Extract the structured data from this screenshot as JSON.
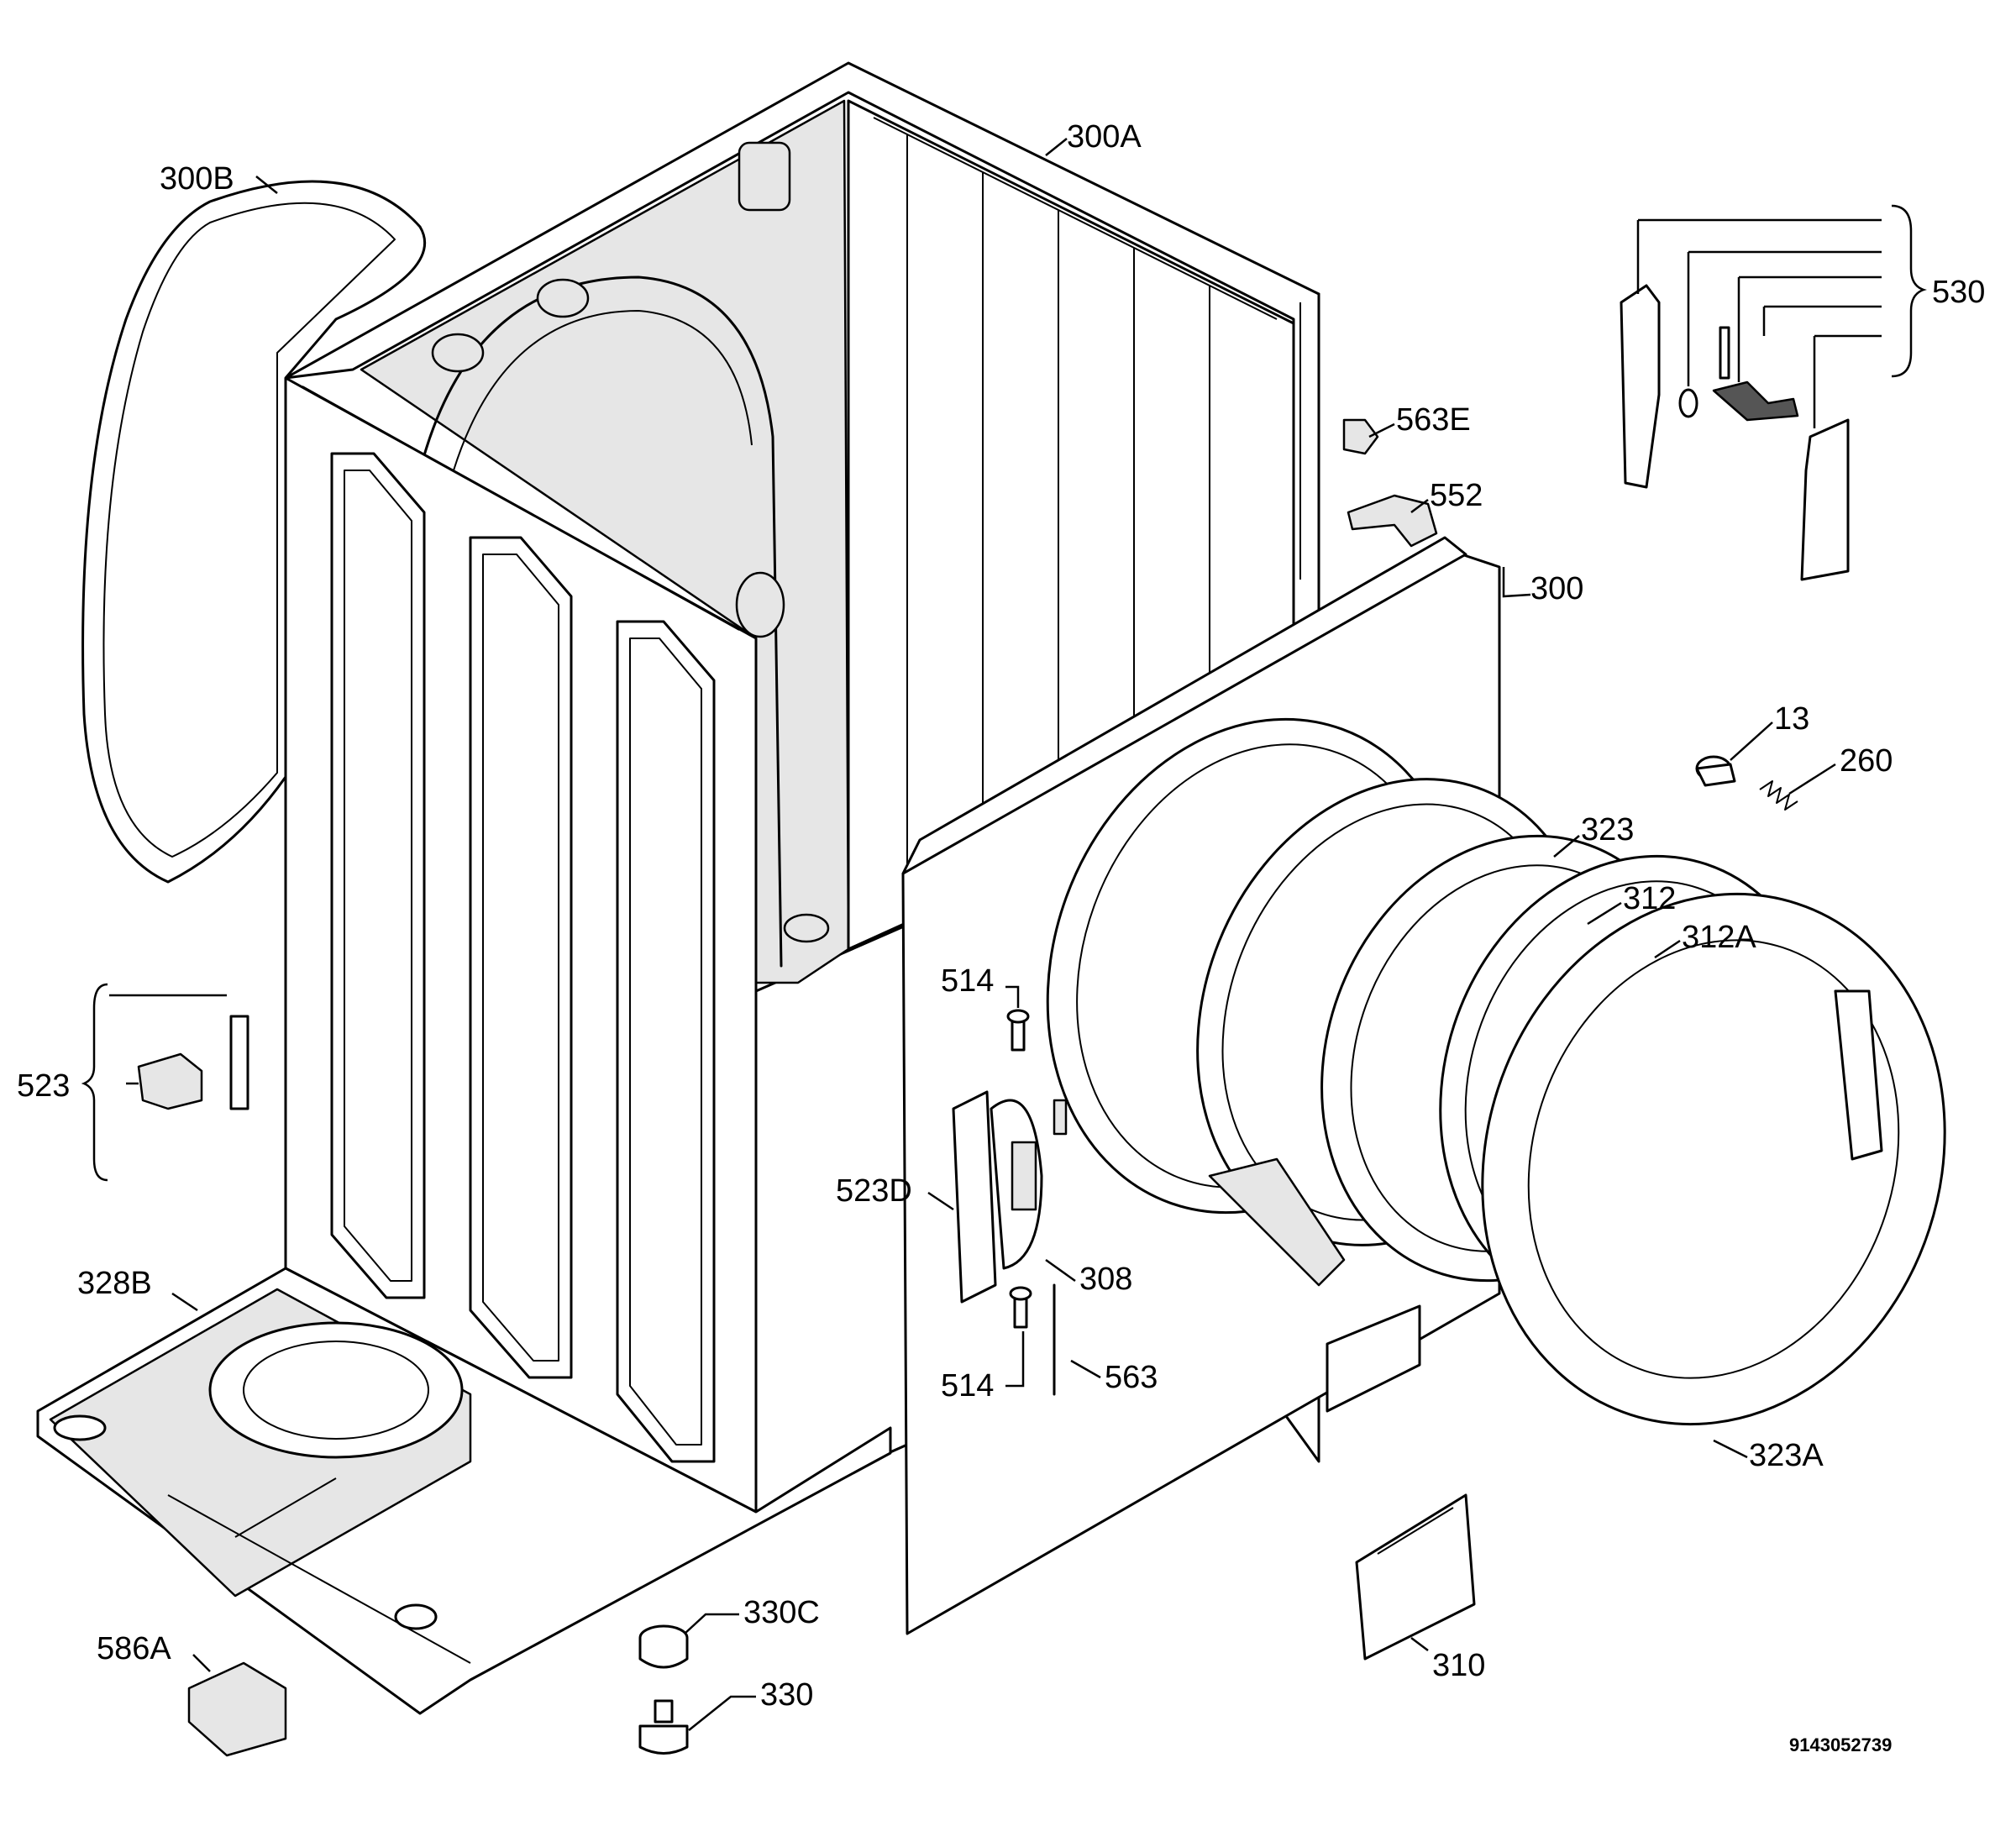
{
  "labels": {
    "300A": "300A",
    "300B": "300B",
    "530": "530",
    "563E": "563E",
    "552": "552",
    "300": "300",
    "13": "13",
    "260": "260",
    "323": "323",
    "312": "312",
    "312A": "312A",
    "514_top": "514",
    "523": "523",
    "523D": "523D",
    "308": "308",
    "328B": "328B",
    "514_bottom": "514",
    "563": "563",
    "323A": "323A",
    "330C": "330C",
    "330": "330",
    "586A": "586A",
    "310": "310"
  },
  "document_id": "9143052739"
}
